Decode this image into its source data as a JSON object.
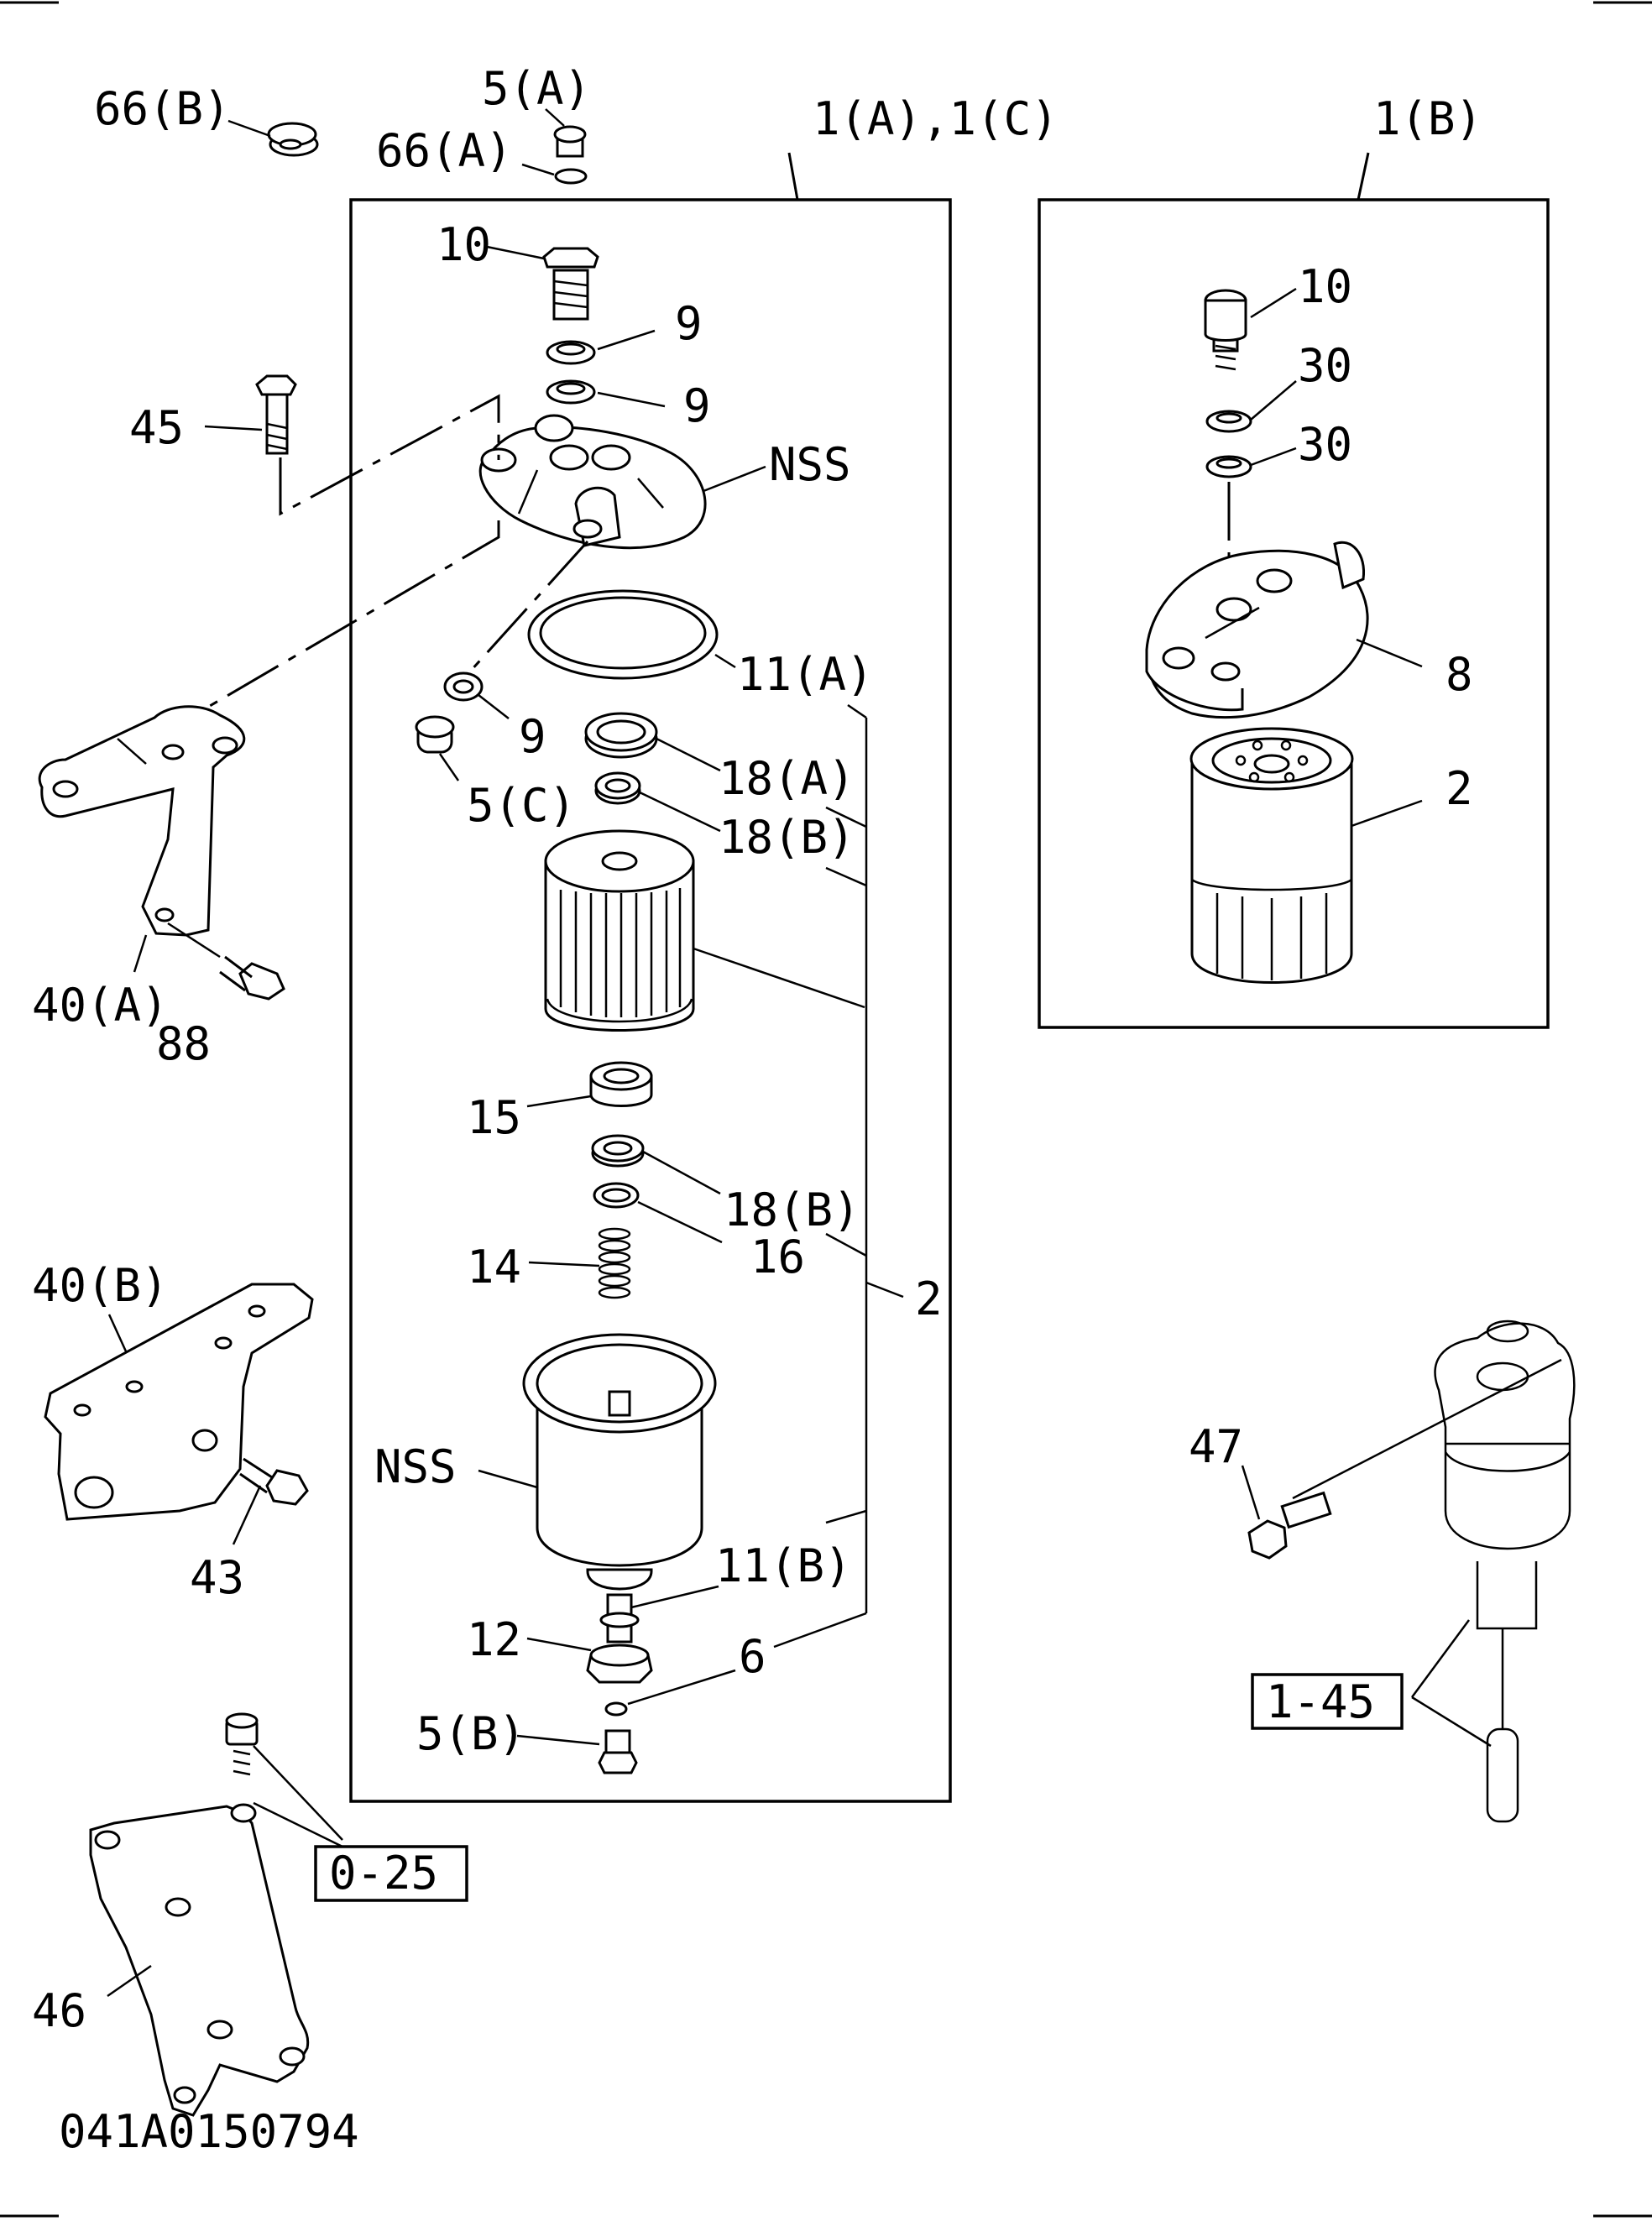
{
  "labels": {
    "l_66b": "66(B)",
    "l_5a": "5(A)",
    "l_66a": "66(A)",
    "l_1a1c": "1(A),1(C)",
    "l_1b": "1(B)",
    "l_10_top": "10",
    "l_9_a": "9",
    "l_9_b": "9",
    "l_45": "45",
    "l_nss_top": "NSS",
    "l_11a": "11(A)",
    "l_9_c": "9",
    "l_5c": "5(C)",
    "l_18a": "18(A)",
    "l_18b_top": "18(B)",
    "l_40a": "40(A)",
    "l_88": "88",
    "l_15": "15",
    "l_18b_low": "18(B)",
    "l_16": "16",
    "l_14": "14",
    "l_2_left": "2",
    "l_40b": "40(B)",
    "l_nss_low": "NSS",
    "l_43": "43",
    "l_11b": "11(B)",
    "l_12": "12",
    "l_6": "6",
    "l_5b": "5(B)",
    "l_0_25": "0-25",
    "l_46": "46",
    "l_10_right": "10",
    "l_30_a": "30",
    "l_30_b": "30",
    "l_8": "8",
    "l_2_right": "2",
    "l_47": "47",
    "l_1_45": "1-45",
    "drawing_id": "041A0150794"
  }
}
